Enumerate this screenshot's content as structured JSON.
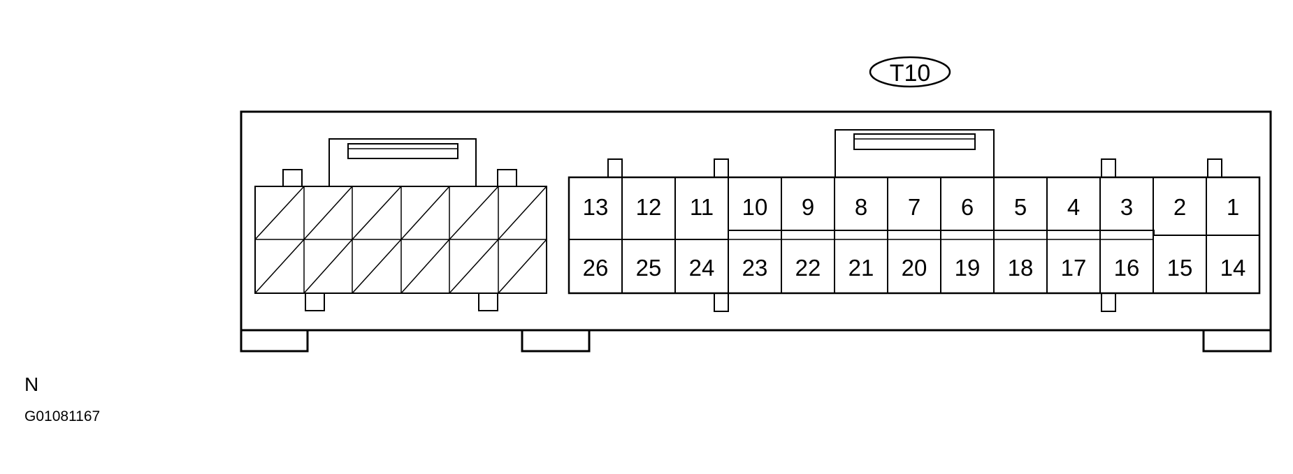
{
  "connector": {
    "label": "T10",
    "top_row_pins": [
      "13",
      "12",
      "11",
      "10",
      "9",
      "8",
      "7",
      "6",
      "5",
      "4",
      "3",
      "2",
      "1"
    ],
    "bottom_row_pins": [
      "26",
      "25",
      "24",
      "23",
      "22",
      "21",
      "20",
      "19",
      "18",
      "17",
      "16",
      "15",
      "14"
    ]
  },
  "footer": {
    "orientation_mark": "N",
    "reference_code": "G01081167"
  }
}
